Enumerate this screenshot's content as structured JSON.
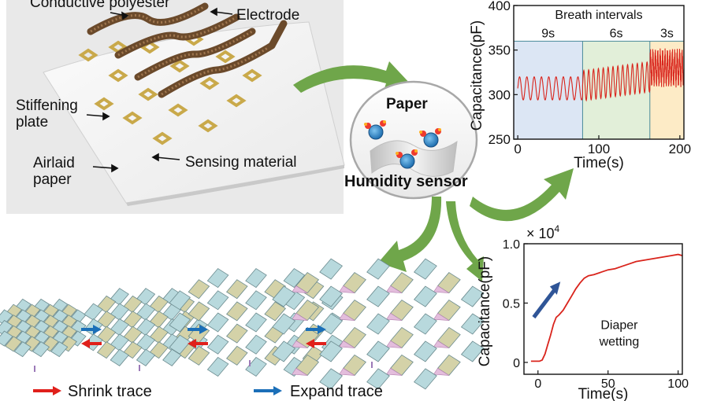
{
  "panel_device": {
    "labels": {
      "conductive_polyester": "Conductive polyester",
      "electrode": "Electrode",
      "stiffening_plate": "Stiffening plate",
      "airlaid_paper": "Airlaid paper",
      "sensing_material": "Sensing material"
    }
  },
  "center": {
    "title_top": "Paper",
    "title_bottom": "Humidity sensor"
  },
  "legend": {
    "shrink": "Shrink trace",
    "expand": "Expand trace",
    "shrink_color": "#e0201b",
    "expand_color": "#1b6fb8"
  },
  "colors": {
    "arrow_green": "#6fa64a",
    "trace_red": "#d9241c",
    "diaper_arrow": "#2f5597",
    "region_blue": "#dce6f4",
    "region_green": "#e2efd9",
    "region_yellow": "#fdebc6",
    "tile_cyan": "#b8d9dd",
    "tile_khaki": "#d4d2a8",
    "tile_pink": "#e3bddc"
  },
  "chart_data": [
    {
      "type": "line",
      "name_text": "Breath intervals",
      "xlabel": "Time(s)",
      "ylabel": "Capacitance(pF)",
      "xlim": [
        -5,
        205
      ],
      "ylim": [
        250,
        400
      ],
      "xticks": [
        "0",
        "100",
        "200"
      ],
      "yticks": [
        "250",
        "300",
        "350",
        "400"
      ],
      "xtick_values": [
        0,
        100,
        200
      ],
      "ytick_values": [
        250,
        300,
        350,
        400
      ],
      "regions": [
        {
          "label": "9s",
          "x0": -5,
          "x1": 80
        },
        {
          "label": "6s",
          "x0": 80,
          "x1": 163
        },
        {
          "label": "3s",
          "x0": 163,
          "x1": 205
        }
      ],
      "series_segments": [
        {
          "x0": 0,
          "x1": 80,
          "period": 9,
          "center": 307,
          "amplitude": 13
        },
        {
          "x0": 80,
          "x1": 163,
          "period": 6,
          "center": 310,
          "amplitude": 17
        },
        {
          "x0": 163,
          "x1": 205,
          "period": 3,
          "center": 330,
          "amplitude": 16
        }
      ]
    },
    {
      "type": "line",
      "multiplier": "× 10",
      "multiplier_exp": "4",
      "annotation": [
        "Diaper",
        "wetting"
      ],
      "xlabel": "Time(s)",
      "ylabel": "Capacitance(pF)",
      "xlim": [
        -10,
        103
      ],
      "ylim": [
        -0.1,
        1.0
      ],
      "xticks": [
        "0",
        "50",
        "100"
      ],
      "yticks": [
        "0",
        "0.5",
        "1.0"
      ],
      "xtick_values": [
        0,
        50,
        100
      ],
      "ytick_values": [
        0,
        0.5,
        1.0
      ],
      "points": [
        [
          -5,
          0.01
        ],
        [
          1,
          0.01
        ],
        [
          3,
          0.02
        ],
        [
          5,
          0.07
        ],
        [
          7,
          0.15
        ],
        [
          9,
          0.23
        ],
        [
          11,
          0.32
        ],
        [
          13,
          0.38
        ],
        [
          15,
          0.4
        ],
        [
          18,
          0.44
        ],
        [
          21,
          0.5
        ],
        [
          24,
          0.56
        ],
        [
          27,
          0.62
        ],
        [
          30,
          0.67
        ],
        [
          33,
          0.71
        ],
        [
          36,
          0.73
        ],
        [
          40,
          0.74
        ],
        [
          45,
          0.76
        ],
        [
          50,
          0.78
        ],
        [
          55,
          0.79
        ],
        [
          60,
          0.81
        ],
        [
          65,
          0.83
        ],
        [
          70,
          0.85
        ],
        [
          75,
          0.86
        ],
        [
          80,
          0.87
        ],
        [
          85,
          0.88
        ],
        [
          90,
          0.89
        ],
        [
          95,
          0.9
        ],
        [
          100,
          0.91
        ],
        [
          103,
          0.9
        ]
      ]
    }
  ]
}
